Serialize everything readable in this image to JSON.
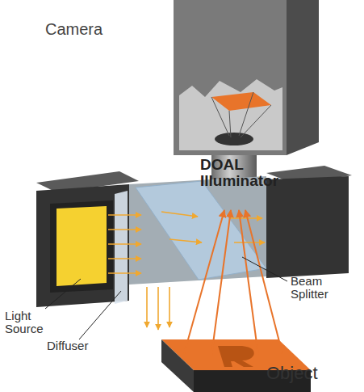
{
  "diagram": {
    "labels": [
      "Camera",
      "DOAL Illuminator",
      "Light Source",
      "Diffuser",
      "Beam Splitter",
      "Object"
    ]
  }
}
